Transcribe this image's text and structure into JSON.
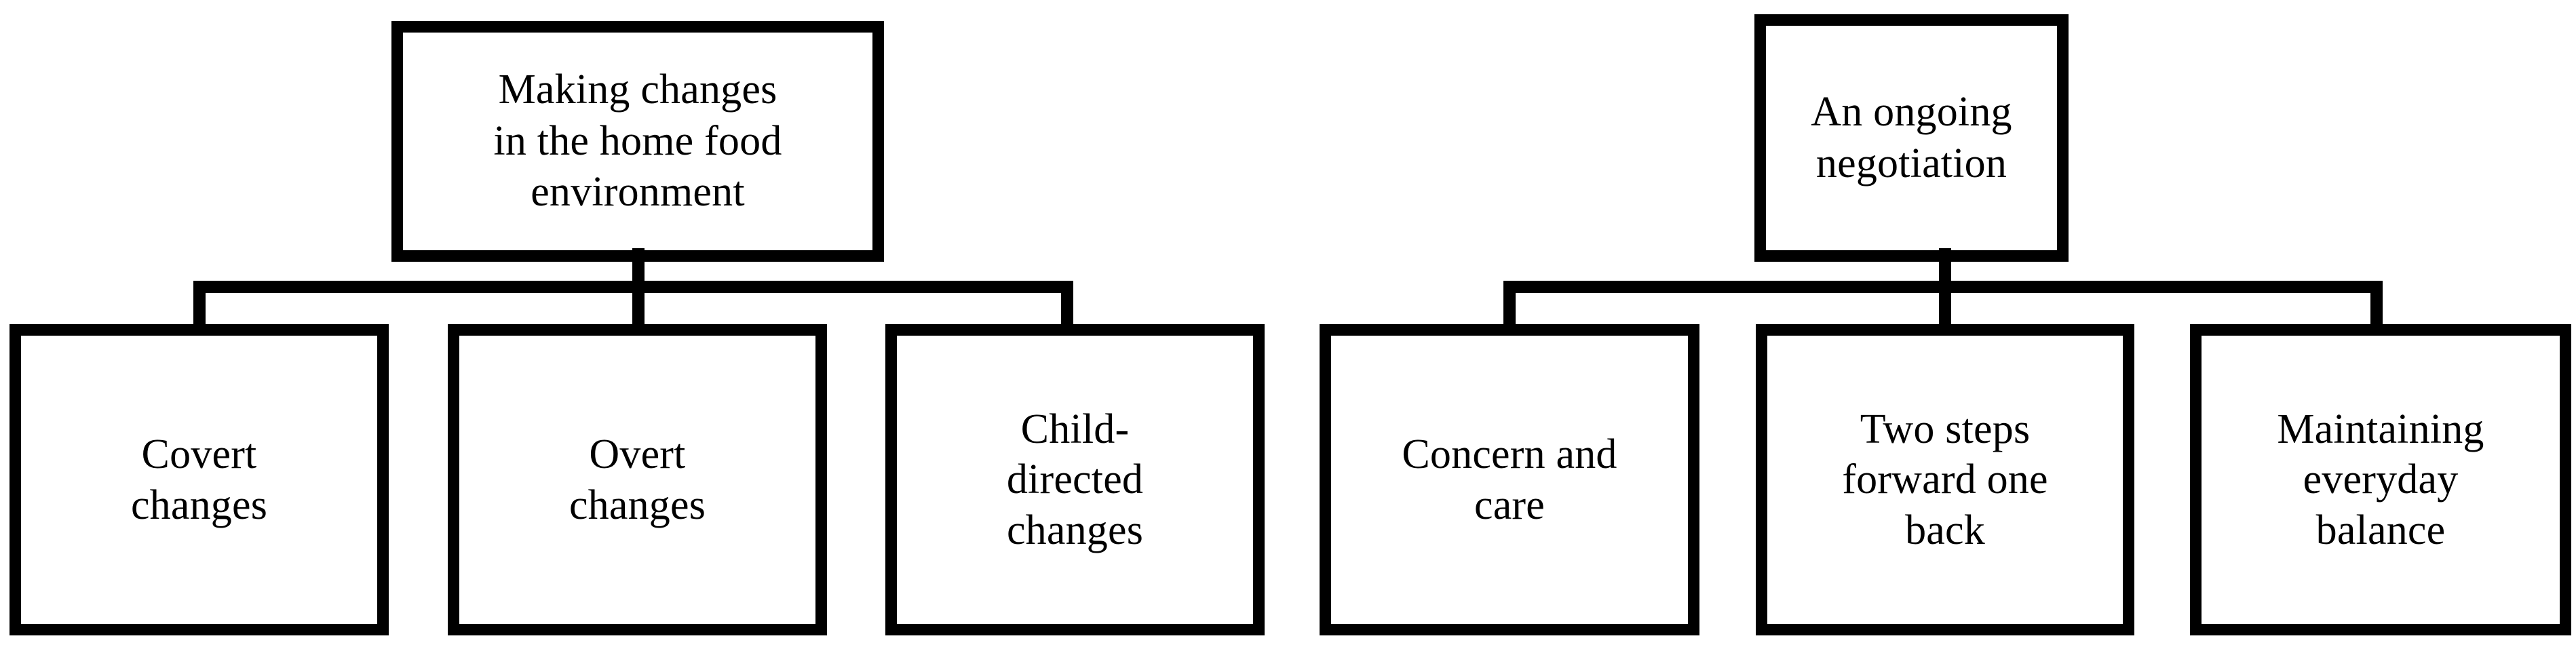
{
  "diagram": {
    "type": "two-hierarchy-tree-diagram",
    "background_color": "#ffffff",
    "line_color": "#000000",
    "text_color": "#000000",
    "groups": [
      {
        "id": "home-food-environment",
        "parent": {
          "label": "Making changes\nin the home food\nenvironment"
        },
        "children": [
          {
            "label": "Covert\nchanges"
          },
          {
            "label": "Overt\nchanges"
          },
          {
            "label": "Child-\ndirected\nchanges"
          }
        ]
      },
      {
        "id": "ongoing-negotiation",
        "parent": {
          "label": "An ongoing\nnegotiation"
        },
        "children": [
          {
            "label": "Concern and\ncare"
          },
          {
            "label": "Two steps\nforward one\nback"
          },
          {
            "label": "Maintaining\neveryday\nbalance"
          }
        ]
      }
    ]
  }
}
